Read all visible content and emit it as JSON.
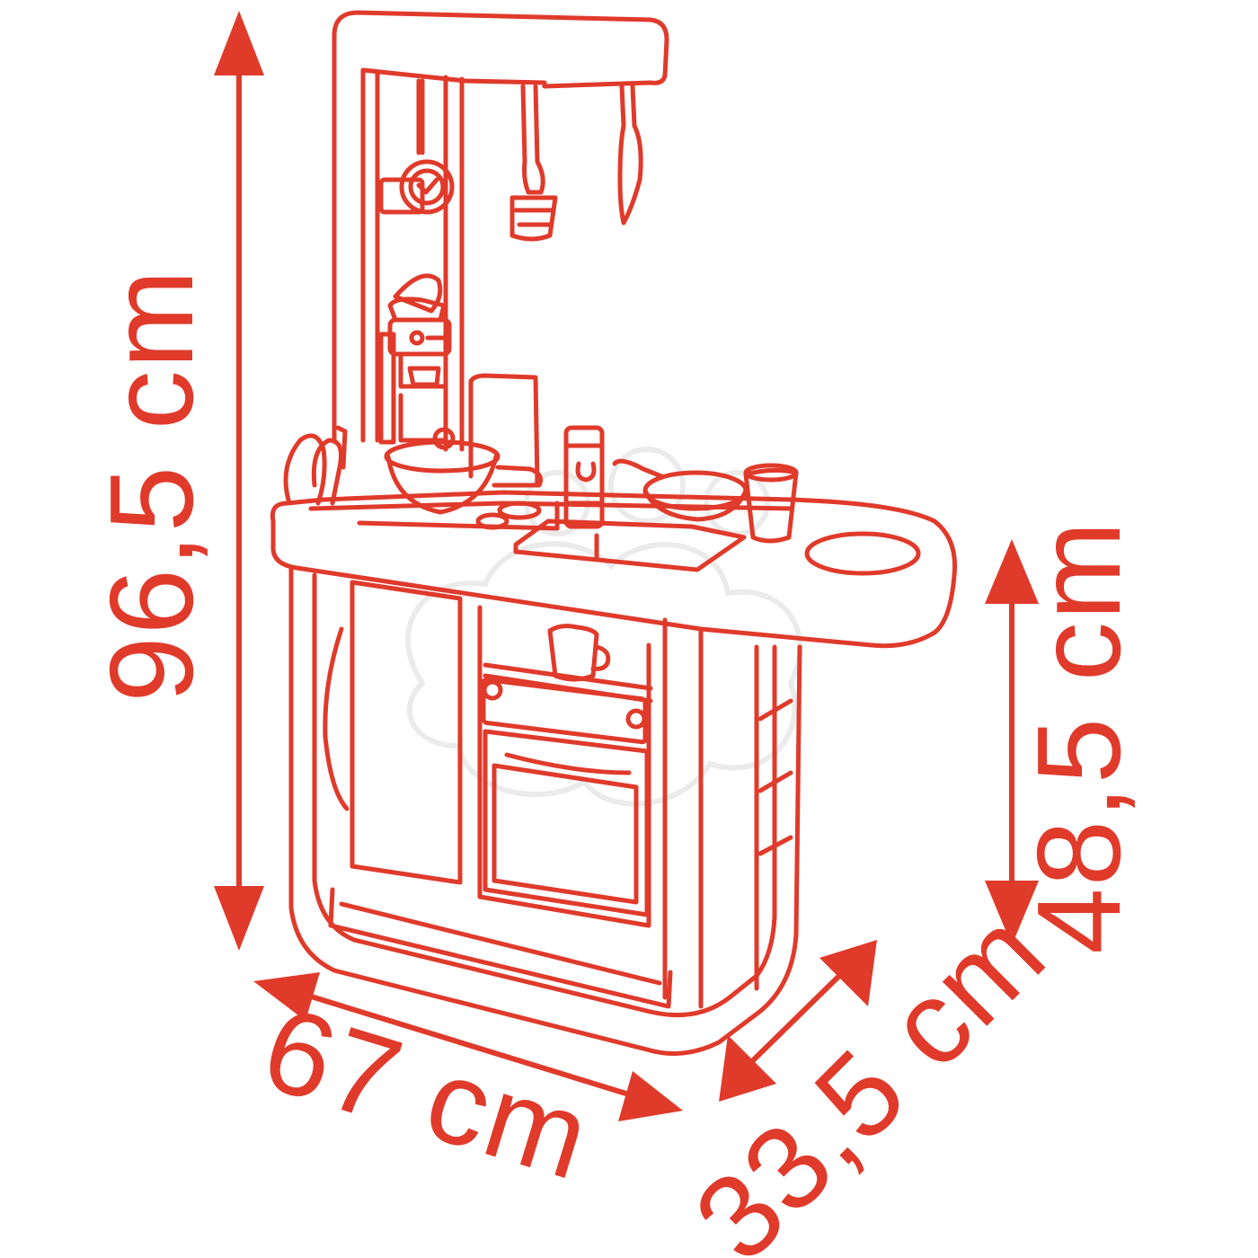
{
  "diagram": {
    "accent_color": "#e03a2b",
    "subject": "toy-kitchen",
    "dimensions": {
      "height_total": "96,5 cm",
      "height_counter": "48,5 cm",
      "width": "67 cm",
      "depth": "33,5 cm"
    },
    "watermark": "smoby"
  }
}
